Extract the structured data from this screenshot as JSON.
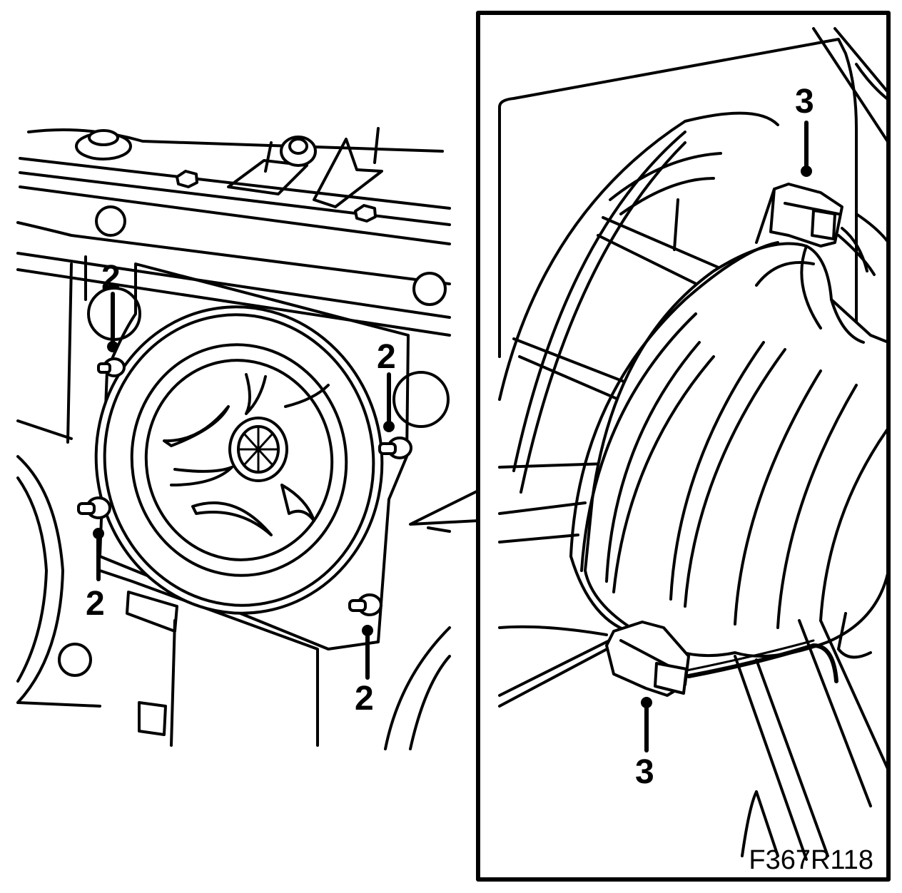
{
  "figure_id": "F367R118",
  "callouts": {
    "nut_top_left": "2",
    "nut_top_right": "2",
    "nut_bottom_left": "2",
    "nut_bottom_right": "2",
    "connector_top": "3",
    "connector_bottom": "3"
  }
}
